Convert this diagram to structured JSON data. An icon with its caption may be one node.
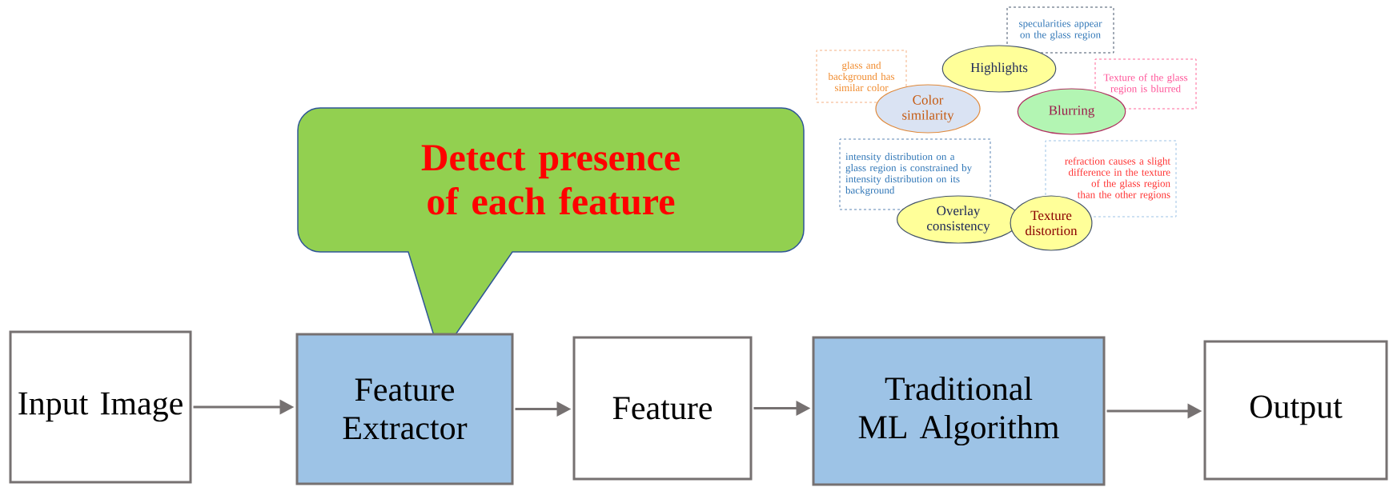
{
  "diagram": {
    "nodes": [
      {
        "text": [
          "specularities appear on the glass region"
        ]
      },
      {
        "text": [
          "glass and background has similar color"
        ]
      },
      {
        "text": [
          "Highlights"
        ]
      },
      {
        "text": [
          "Texture of the glass region is blurred"
        ]
      },
      {
        "text": [
          "Color similarity"
        ]
      },
      {
        "text": [
          "Blurring"
        ]
      },
      {
        "text": [
          "intensity distribution on a glass region is constrained by intensity distribution on its background"
        ]
      },
      {
        "text": [
          "refraction causes a slight difference in the texture of the glass region than the other regions"
        ]
      },
      {
        "text": [
          "Detect presence of each feature"
        ]
      },
      {
        "text": [
          "Overlay consistency"
        ]
      },
      {
        "text": [
          "Texture distortion"
        ]
      },
      {
        "text": [
          "Input Image"
        ]
      },
      {
        "text": [
          "Feature Extractor"
        ]
      },
      {
        "text": [
          "Feature"
        ]
      },
      {
        "text": [
          "Traditional ML Algorithm"
        ]
      },
      {
        "text": [
          "Output"
        ]
      }
    ],
    "edges": [
      {
        "from": 11,
        "to": 12,
        "arrow": "to"
      },
      {
        "from": 12,
        "to": 13,
        "arrow": "to"
      },
      {
        "from": 13,
        "to": 14,
        "arrow": "to"
      },
      {
        "from": 14,
        "to": 15,
        "arrow": "to"
      }
    ]
  }
}
